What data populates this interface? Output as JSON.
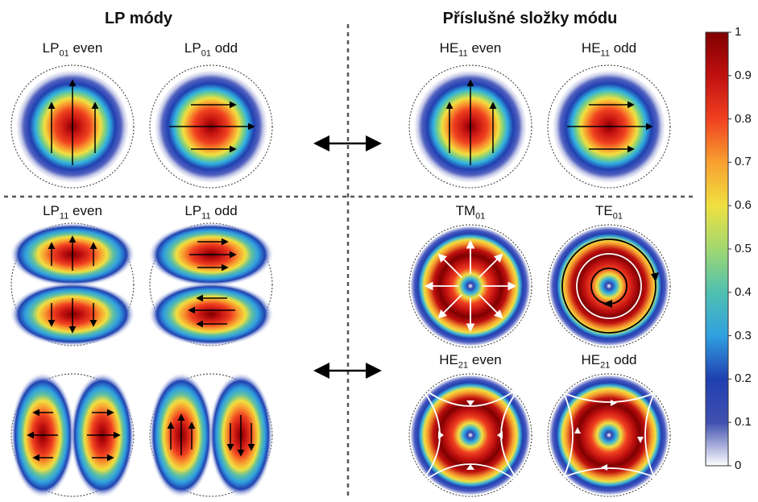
{
  "headers": {
    "left": "LP módy",
    "right": "Příslušné složky módu"
  },
  "labels": {
    "lp01_even": {
      "base": "LP",
      "sub": "01",
      "suffix": " even"
    },
    "lp01_odd": {
      "base": "LP",
      "sub": "01",
      "suffix": " odd"
    },
    "he11_even": {
      "base": "HE",
      "sub": "11",
      "suffix": " even"
    },
    "he11_odd": {
      "base": "HE",
      "sub": "11",
      "suffix": " odd"
    },
    "lp11_even": {
      "base": "LP",
      "sub": "11",
      "suffix": " even"
    },
    "lp11_odd": {
      "base": "LP",
      "sub": "11",
      "suffix": " odd"
    },
    "tm01": {
      "base": "TM",
      "sub": "01",
      "suffix": ""
    },
    "te01": {
      "base": "TE",
      "sub": "01",
      "suffix": ""
    },
    "he21_even": {
      "base": "HE",
      "sub": "21",
      "suffix": " even"
    },
    "he21_odd": {
      "base": "HE",
      "sub": "21",
      "suffix": " odd"
    }
  },
  "colorbar": {
    "ticks": [
      "1",
      "0.9",
      "0.8",
      "0.7",
      "0.6",
      "0.5",
      "0.4",
      "0.3",
      "0.2",
      "0.1",
      "0"
    ],
    "colors": [
      "#8b0000",
      "#d7191c",
      "#f46d43",
      "#fdae61",
      "#fee08b",
      "#e6f598",
      "#abdda4",
      "#66c2a5",
      "#3288bd",
      "#2b3a9b",
      "#ffffff"
    ]
  },
  "colormap": {
    "deep_red": "#7f0000",
    "red": "#d42020",
    "orange": "#f08030",
    "yellow": "#f0e040",
    "green": "#7cd080",
    "cyan": "#40b8d8",
    "blue": "#2040b0",
    "dark_blue": "#1a1a80",
    "white": "#ffffff"
  }
}
